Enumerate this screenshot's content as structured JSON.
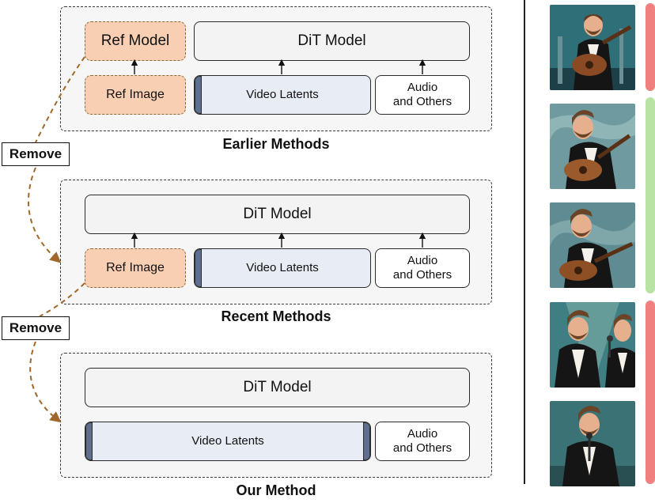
{
  "diagram": {
    "earlier": {
      "caption": "Earlier Methods",
      "ref_model": "Ref Model",
      "dit": "DiT Model",
      "ref_image": "Ref Image",
      "latents": "Video Latents",
      "audio": "Audio\nand Others"
    },
    "recent": {
      "caption": "Recent Methods",
      "dit": "DiT Model",
      "ref_image": "Ref Image",
      "latents": "Video Latents",
      "audio": "Audio\nand Others"
    },
    "ours": {
      "caption": "Our Method",
      "dit": "DiT Model",
      "latents": "Video Latents",
      "audio": "Audio\nand Others"
    },
    "remove_labels": [
      "Remove",
      "Remove"
    ]
  },
  "colors": {
    "ref_fill": "#f8cfb2",
    "arrow_dashed": "#a0682a",
    "bar_red": "#f08080",
    "bar_green": "#b9e3a5"
  }
}
